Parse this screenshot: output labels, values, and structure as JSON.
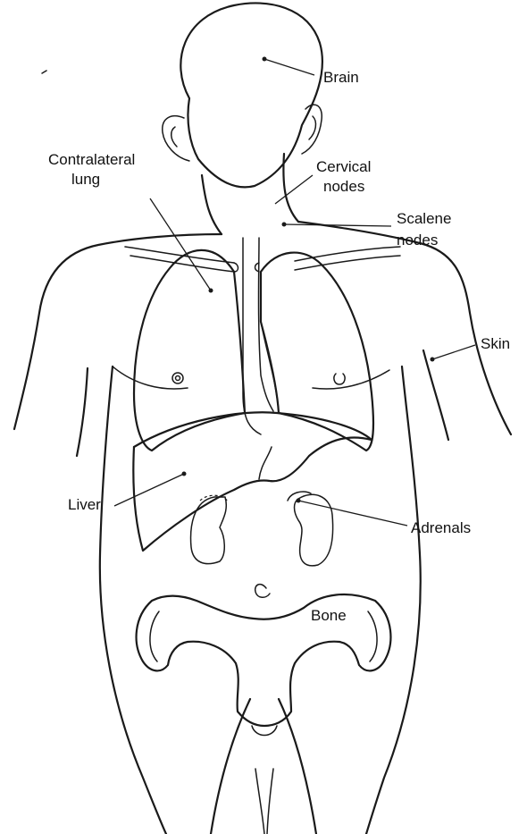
{
  "labels": {
    "brain": "Brain",
    "contralateral_line1": "Contralateral",
    "contralateral_line2": "lung",
    "cervical_line1": "Cervical",
    "cervical_line2": "nodes",
    "scalene_line1": "Scalene",
    "scalene_line2": "nodes",
    "skin": "Skin",
    "liver": "Liver",
    "adrenals": "Adrenals",
    "bone": "Bone"
  },
  "colors": {
    "line": "#1a1a1a",
    "background": "#ffffff"
  }
}
